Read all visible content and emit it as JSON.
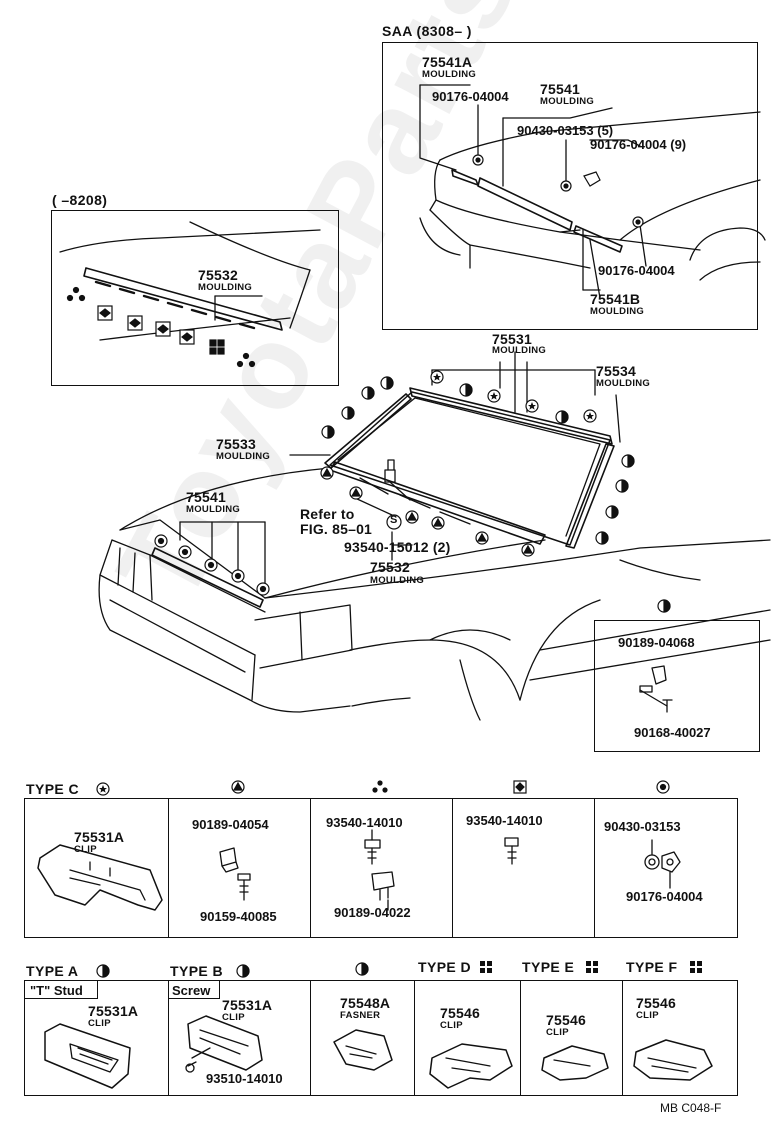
{
  "watermark": "ToyotaParts.ru",
  "insets": {
    "saa": {
      "title": "SAA (8308–        )",
      "parts": [
        {
          "part": "75541A",
          "name": "MOULDING"
        },
        {
          "part": "90176-04004",
          "name": ""
        },
        {
          "part": "75541",
          "name": "MOULDING"
        },
        {
          "part": "90430-03153 (5)",
          "name": ""
        },
        {
          "part": "90176-04004 (9)",
          "name": ""
        },
        {
          "part": "90176-04004",
          "name": ""
        },
        {
          "part": "75541B",
          "name": "MOULDING"
        }
      ]
    },
    "early": {
      "title": "(        –8208)",
      "parts": [
        {
          "part": "75532",
          "name": "MOULDING"
        }
      ]
    },
    "type_a_detail": {
      "parts": [
        "90189-04068",
        "90168-40027"
      ]
    }
  },
  "main": {
    "parts": [
      {
        "part": "75531",
        "name": "MOULDING"
      },
      {
        "part": "75534",
        "name": "MOULDING"
      },
      {
        "part": "75533",
        "name": "MOULDING"
      },
      {
        "part": "75541",
        "name": "MOULDING"
      },
      {
        "part": "75532",
        "name": "MOULDING"
      },
      {
        "part": "93540-15012 (2)",
        "name": ""
      }
    ],
    "refer": [
      "Refer to",
      "FIG. 85–01"
    ],
    "screw_symbol": "S"
  },
  "types_row1": [
    {
      "header": "TYPE C",
      "parts": [
        "75531A"
      ],
      "sub": "CLIP"
    },
    {
      "header": "",
      "parts": [
        "90189-04054",
        "90159-40085"
      ]
    },
    {
      "header": "",
      "parts": [
        "93540-14010",
        "90189-04022"
      ]
    },
    {
      "header": "",
      "parts": [
        "93540-14010"
      ]
    },
    {
      "header": "",
      "parts": [
        "90430-03153",
        "90176-04004"
      ]
    }
  ],
  "types_row2": [
    {
      "header": "TYPE A",
      "tag": "\"T\" Stud",
      "part": "75531A",
      "sub": "CLIP"
    },
    {
      "header": "TYPE B",
      "tag": "Screw",
      "part": "75531A",
      "sub": "CLIP",
      "extra": "93510-14010"
    },
    {
      "header": "",
      "part": "75548A",
      "sub": "FASNER"
    },
    {
      "header": "TYPE D",
      "part": "75546",
      "sub": "CLIP"
    },
    {
      "header": "TYPE E",
      "part": "75546",
      "sub": "CLIP"
    },
    {
      "header": "TYPE F",
      "part": "75546",
      "sub": "CLIP"
    }
  ],
  "footer_code": "MB C048-F"
}
